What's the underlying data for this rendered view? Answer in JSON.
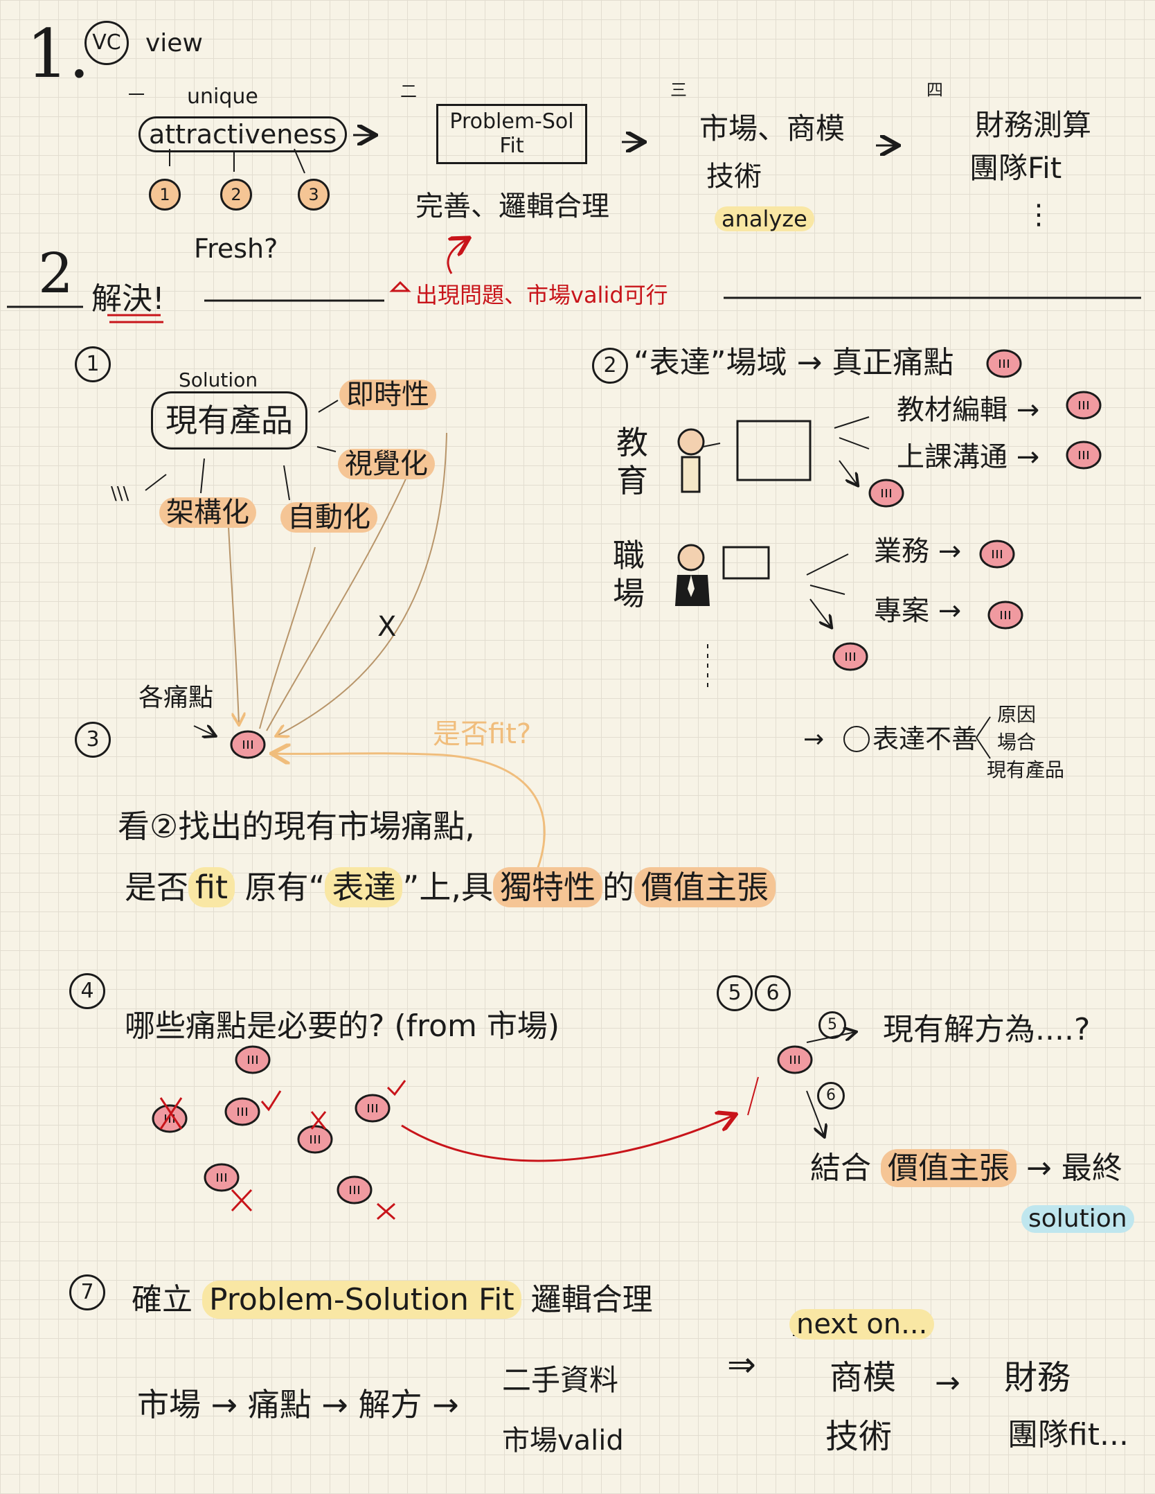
{
  "section1": {
    "number": "1.",
    "vc": "VC",
    "view": "view",
    "steps": [
      {
        "marker": "一",
        "sub": "unique",
        "main": "attractiveness",
        "circles": [
          "1",
          "2",
          "3"
        ],
        "note": "Fresh?"
      },
      {
        "marker": "二",
        "main": "Problem-Sol Fit",
        "note": "完善、邏輯合理"
      },
      {
        "marker": "三",
        "line1": "市場、商模",
        "line2": "技術",
        "note": "analyze"
      },
      {
        "marker": "四",
        "line1": "財務測算",
        "line2": "團隊Fit",
        "more": "⋮"
      }
    ]
  },
  "section2": {
    "number": "2",
    "title": "解決!",
    "alert": "出現問題、市場valid可行"
  },
  "part1": {
    "num": "1",
    "solution_label": "Solution",
    "product": "現有產品",
    "attrs": {
      "a1": "即時性",
      "a2": "視覺化",
      "a3": "架構化",
      "a4": "自動化",
      "more": "\\\\\\"
    },
    "cross": "X"
  },
  "part2": {
    "num": "2",
    "title": "“表達”場域 → 真正痛點",
    "edu": "教育",
    "edu_items": [
      "教材編輯 →",
      "上課溝通 →"
    ],
    "work": "職場",
    "work_items": [
      "業務 →",
      "專案 →"
    ],
    "dots": "⋮",
    "reason_arrow": "→",
    "reason_label": "表達不善",
    "reasons": [
      "原因",
      "場合",
      "現有產品"
    ]
  },
  "part3": {
    "num": "3",
    "painpoints_label": "各痛點",
    "fit_question": "是否fit?",
    "line1": "看②找出的現有市場痛點,",
    "line2_a": "是否",
    "line2_fit": "fit",
    "line2_b": "原有“",
    "line2_expr": "表達",
    "line2_c": "”上,具",
    "line2_unique": "獨特性",
    "line2_d": "的",
    "line2_value": "價值主張"
  },
  "part4": {
    "num": "4",
    "question": "哪些痛點是必要的? (from 市場)"
  },
  "part56": {
    "num5": "5",
    "num6": "6",
    "current": "現有解方為....?",
    "combine": "結合",
    "value": "價值主張",
    "arrow_final": "→ 最終",
    "solution": "solution"
  },
  "part7": {
    "num": "7",
    "establish_a": "確立",
    "establish_psf": "Problem-Solution Fit",
    "establish_b": "邏輯合理",
    "chain": "市場 → 痛點 → 解方 →",
    "secondary": "二手資料",
    "valid": "市場valid",
    "implies": "⇒",
    "next": "next on...",
    "n1": "商模",
    "n2": "技術",
    "arrow": "→",
    "n3": "財務",
    "n4": "團隊fit..."
  },
  "colors": {
    "ink": "#1b1b1b",
    "red": "#c8141a",
    "orange_highlight": "#f5c595",
    "yellow_highlight": "#f9e7a4",
    "blue_highlight": "#bfe6ee",
    "pain_dot": "#f09aa0",
    "light_orange_arrow": "#f0bd7c"
  },
  "icons": [
    "person-teacher-icon",
    "whiteboard-icon",
    "person-businessman-icon",
    "pain-point-icon",
    "check-mark-icon",
    "cross-mark-icon"
  ]
}
